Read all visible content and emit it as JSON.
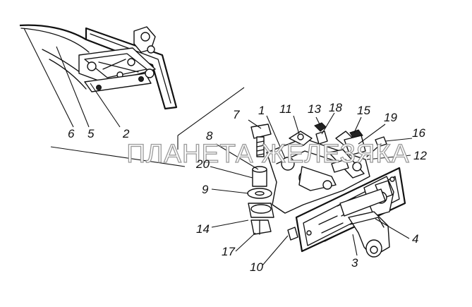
{
  "callouts": [
    {
      "id": "6",
      "text": "6"
    },
    {
      "id": "5",
      "text": "5"
    },
    {
      "id": "2",
      "text": "2"
    },
    {
      "id": "7",
      "text": "7"
    },
    {
      "id": "1",
      "text": "1"
    },
    {
      "id": "11",
      "text": "11"
    },
    {
      "id": "13",
      "text": "13"
    },
    {
      "id": "18",
      "text": "18"
    },
    {
      "id": "15",
      "text": "15"
    },
    {
      "id": "19",
      "text": "19"
    },
    {
      "id": "16",
      "text": "16"
    },
    {
      "id": "12",
      "text": "12"
    },
    {
      "id": "8",
      "text": "8"
    },
    {
      "id": "20",
      "text": "20"
    },
    {
      "id": "9",
      "text": "9"
    },
    {
      "id": "14",
      "text": "14"
    },
    {
      "id": "17",
      "text": "17"
    },
    {
      "id": "10",
      "text": "10"
    },
    {
      "id": "3",
      "text": "3"
    },
    {
      "id": "4",
      "text": "4"
    }
  ],
  "watermark": "ПЛАНЕТА ЖЕЛЕЗЯКА"
}
